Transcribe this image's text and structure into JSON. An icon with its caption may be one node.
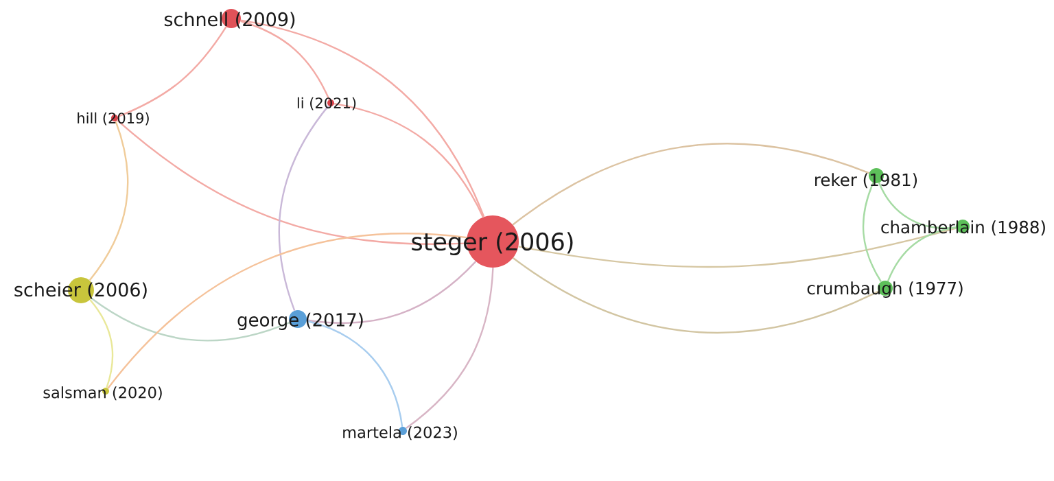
{
  "diagram": {
    "nodes": [
      {
        "text": [
          "schnell (2009)"
        ]
      },
      {
        "text": [
          "li (2021)"
        ]
      },
      {
        "text": [
          "hill (2019)"
        ]
      },
      {
        "text": [
          "reker (1981)"
        ]
      },
      {
        "text": [
          "chamberlain (1988)"
        ]
      },
      {
        "text": [
          "steger (2006)"
        ]
      },
      {
        "text": [
          "crumbaugh (1977)"
        ]
      },
      {
        "text": [
          "scheier (2006)"
        ]
      },
      {
        "text": [
          "george (2017)"
        ]
      },
      {
        "text": [
          "salsman (2020)"
        ]
      },
      {
        "text": [
          "martela (2023)"
        ]
      }
    ],
    "edges": [
      {
        "from": 0,
        "to": 2,
        "arrow": "none"
      },
      {
        "from": 0,
        "to": 1,
        "arrow": "none"
      },
      {
        "from": 0,
        "to": 5,
        "arrow": "none"
      },
      {
        "from": 2,
        "to": 5,
        "arrow": "none"
      },
      {
        "from": 1,
        "to": 5,
        "arrow": "none"
      },
      {
        "from": 1,
        "to": 8,
        "arrow": "none",
        "color": "#c9b8d8"
      },
      {
        "from": 2,
        "to": 7,
        "arrow": "none",
        "color": "#f0cc9a"
      },
      {
        "from": 7,
        "to": 8,
        "arrow": "none",
        "color": "#bcd6c6"
      },
      {
        "from": 7,
        "to": 9,
        "arrow": "none",
        "color": "#e9e899"
      },
      {
        "from": 9,
        "to": 5,
        "arrow": "none",
        "color": "#f5c29a"
      },
      {
        "from": 8,
        "to": 5,
        "arrow": "none",
        "color": "#d5b2c6"
      },
      {
        "from": 8,
        "to": 10,
        "arrow": "none",
        "color": "#a8cdef"
      },
      {
        "from": 10,
        "to": 5,
        "arrow": "none",
        "color": "#d8b5c5"
      },
      {
        "from": 5,
        "to": 3,
        "arrow": "none",
        "color": "#dcc3a2"
      },
      {
        "from": 5,
        "to": 4,
        "arrow": "none",
        "color": "#d6c7a3"
      },
      {
        "from": 5,
        "to": 6,
        "arrow": "none",
        "color": "#d2c5a2"
      },
      {
        "from": 3,
        "to": 4,
        "arrow": "none",
        "color": "#a6dba4"
      },
      {
        "from": 3,
        "to": 6,
        "arrow": "none",
        "color": "#a6dba4"
      },
      {
        "from": 4,
        "to": 6,
        "arrow": "none",
        "color": "#a6dba4"
      }
    ]
  }
}
